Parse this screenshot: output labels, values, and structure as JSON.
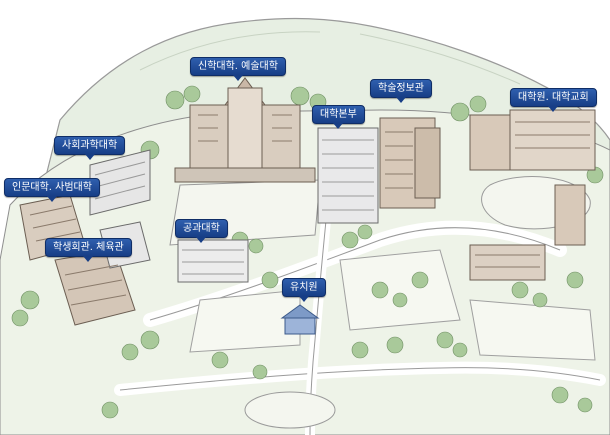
{
  "map": {
    "labels": {
      "theology_arts": "신학대학. 예술대학",
      "library": "학술정보관",
      "headquarters": "대학본부",
      "graduate_church": "대학원. 대학교회",
      "social_science": "사회과학대학",
      "humanities_education": "인문대학. 사범대학",
      "engineering": "공과대학",
      "student_gym": "학생회관. 체육관",
      "kindergarten": "유치원"
    }
  },
  "colors": {
    "label_fill": "#1f4a96",
    "label_text": "#ffffff",
    "mountain": "#e7efe3",
    "trees": "#a9c99a",
    "buildings": "#c9b7a6",
    "roads": "#ffffff"
  }
}
